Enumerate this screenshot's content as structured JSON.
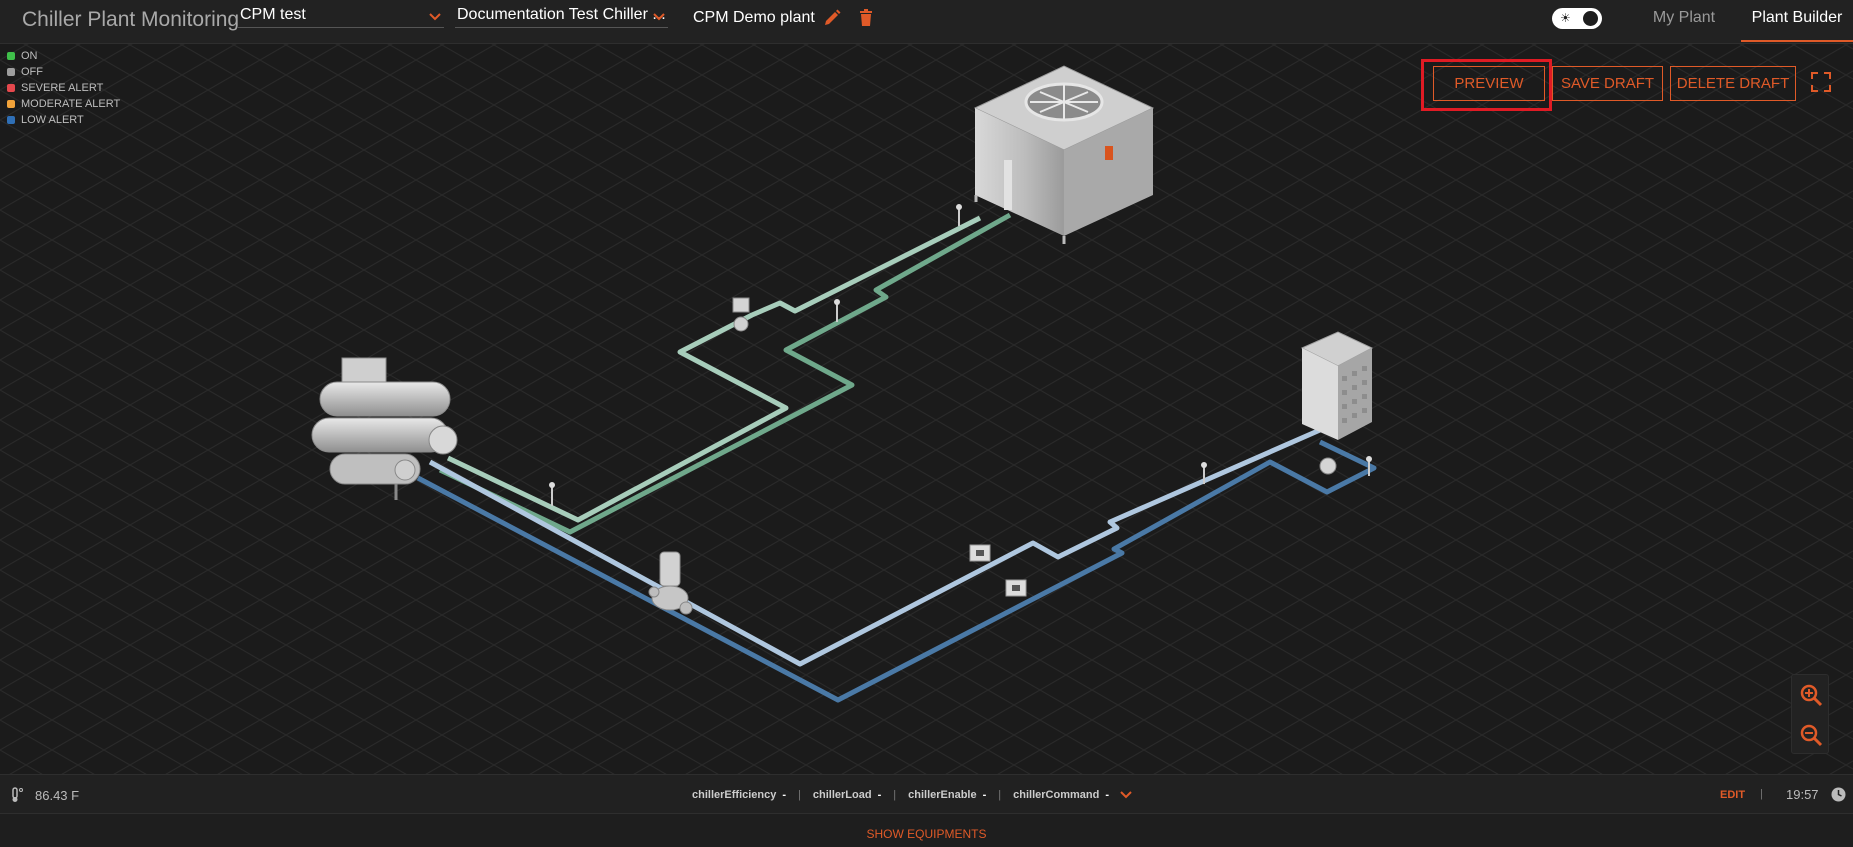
{
  "header": {
    "app_title": "Chiller Plant Monitoring",
    "project_select": "CPM test",
    "chiller_select": "Documentation Test Chiller ...",
    "plant_name": "CPM Demo plant",
    "tabs": [
      {
        "label": "My Plant",
        "active": false
      },
      {
        "label": "Plant Builder",
        "active": true
      }
    ]
  },
  "legend": [
    {
      "label": "ON",
      "color": "#3fbf4a"
    },
    {
      "label": "OFF",
      "color": "#9e9e9e"
    },
    {
      "label": "SEVERE ALERT",
      "color": "#e5484d"
    },
    {
      "label": "MODERATE ALERT",
      "color": "#f2a33a"
    },
    {
      "label": "LOW ALERT",
      "color": "#2f6fb5"
    }
  ],
  "actions": {
    "preview": "PREVIEW",
    "save_draft": "SAVE DRAFT",
    "delete_draft": "DELETE DRAFT"
  },
  "status": {
    "temperature": "86.43 F",
    "params": [
      "chillerEfficiency",
      "chillerLoad",
      "chillerEnable",
      "chillerCommand"
    ],
    "param_value": "-",
    "edit": "EDIT",
    "separator": "|",
    "time": "19:57"
  },
  "footer": {
    "show_equipments": "SHOW EQUIPMENTS"
  },
  "colors": {
    "accent": "#e05a28",
    "highlight": "#e01b24",
    "condenser_pipe": "#7fb89a",
    "chilled_pipe_light": "#a9c3dc",
    "chilled_pipe_dark": "#4f7faa"
  }
}
